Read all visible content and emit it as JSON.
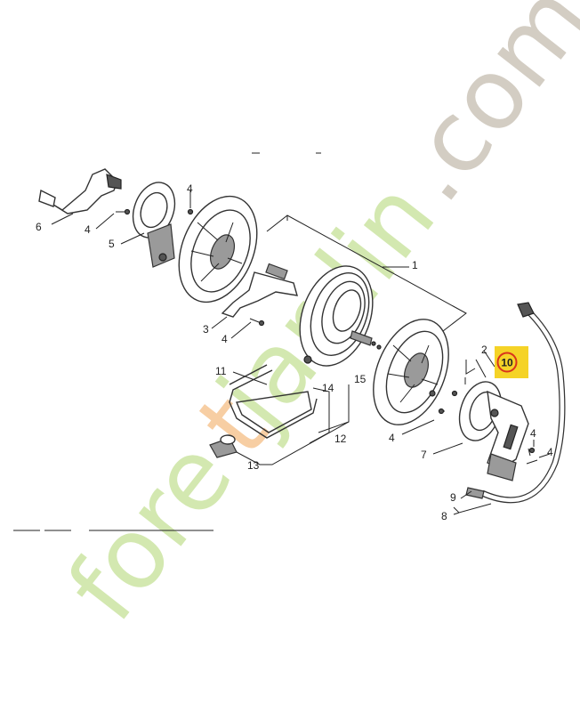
{
  "diagram": {
    "callouts": {
      "c1": "1",
      "c2": "2",
      "c3": "3",
      "c4a": "4",
      "c4b": "4",
      "c4c": "4",
      "c4d": "4",
      "c4e": "4",
      "c4f": "4",
      "c5": "5",
      "c6": "6",
      "c7": "7",
      "c8": "8",
      "c9": "9",
      "c10": "10",
      "c11": "11",
      "c12": "12",
      "c13": "13",
      "c14": "14",
      "c15": "15"
    },
    "highlight": {
      "label": "10",
      "box_color": "#f5d327",
      "ring_color": "#d9341c"
    }
  },
  "watermark": {
    "text_fore": "fore",
    "text_t": "t",
    "text_jardin": "jardin",
    "text_com": ".com",
    "colors": {
      "green": "#cfe6a8",
      "orange": "#f7c99a",
      "grey": "#cfc8bd"
    }
  }
}
